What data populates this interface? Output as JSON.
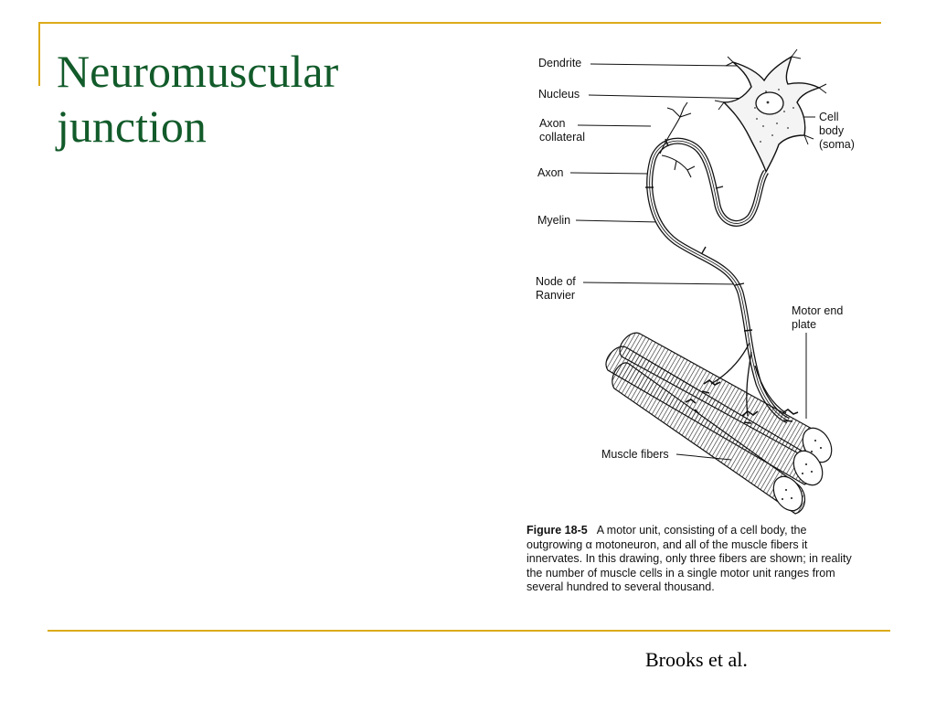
{
  "slide": {
    "title": "Neuromuscular junction",
    "attribution": "Brooks et al."
  },
  "figure": {
    "labels": {
      "dendrite": "Dendrite",
      "nucleus": "Nucleus",
      "axon_collateral": "Axon\ncollateral",
      "cell_body": "Cell\nbody\n(soma)",
      "axon": "Axon",
      "myelin": "Myelin",
      "node_of_ranvier": "Node of\nRanvier",
      "motor_end_plate": "Motor end\nplate",
      "muscle_fibers": "Muscle fibers"
    },
    "caption": {
      "figure_number": "Figure 18-5",
      "text": "A motor unit, consisting of a cell body, the outgrowing α motoneuron, and all of the muscle fibers it innervates. In this drawing, only three fibers are shown; in reality the number of muscle cells in a single motor unit ranges from several hundred to several thousand."
    }
  }
}
